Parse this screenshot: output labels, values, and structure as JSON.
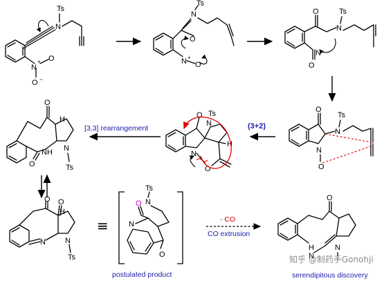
{
  "atoms": {
    "ts": "Ts",
    "n": "N",
    "o": "O",
    "h": "H",
    "nh": "NH",
    "n_plus": "N",
    "plus": "+",
    "minus": "−"
  },
  "labels": {
    "rearrangement": "[3,3] rearrangement",
    "cycloaddition": "(3+2)",
    "loss_co": "- CO",
    "co_extrusion": "CO extrusion",
    "postulated": "postulated product",
    "serendipitous": "serendipitous discovery",
    "equivalent_symbol": "≡"
  },
  "watermark": "知乎 @制药手Gonohji",
  "colors": {
    "blue": "#1a1aa6",
    "red": "#d40000",
    "magenta": "#cc00cc",
    "watermark_grey": "#8a8a8a"
  }
}
